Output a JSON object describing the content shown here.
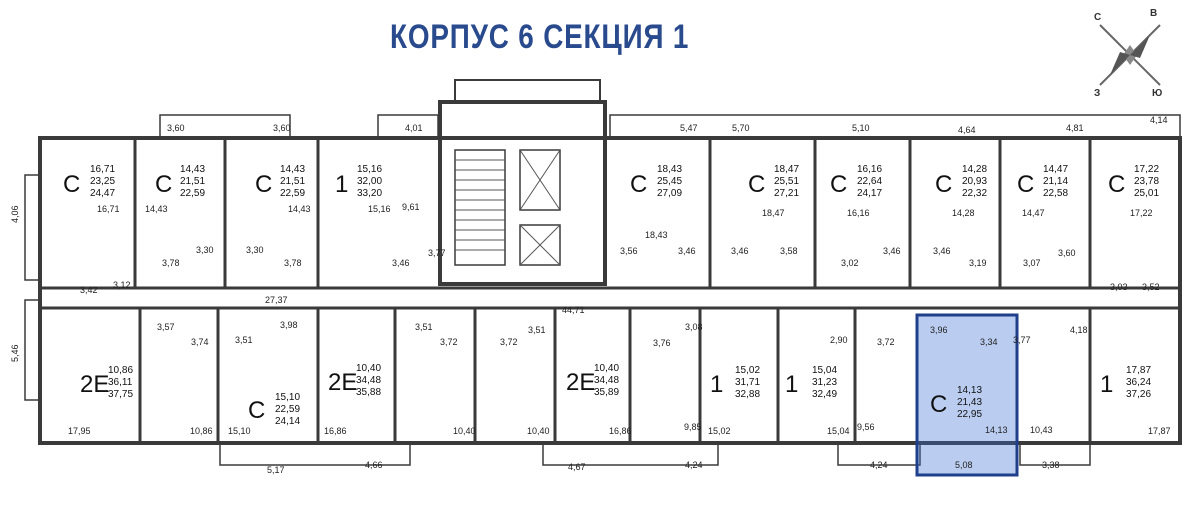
{
  "title": "КОРПУС 6  СЕКЦИЯ 1",
  "compass": {
    "north": "С",
    "east": "В",
    "west": "З",
    "south": "Ю"
  },
  "colors": {
    "title": "#2a4a8e",
    "wall": "#3a3a3a",
    "highlight_border": "#1f3f8a",
    "highlight_fill": "#3a6fd8"
  },
  "top_apartments": [
    {
      "type": "C",
      "areas": [
        "16,71",
        "23,25",
        "24,47"
      ]
    },
    {
      "type": "C",
      "areas": [
        "14,43",
        "21,51",
        "22,59"
      ]
    },
    {
      "type": "C",
      "areas": [
        "14,43",
        "21,51",
        "22,59"
      ]
    },
    {
      "type": "1",
      "areas": [
        "15,16",
        "32,00",
        "33,20"
      ]
    },
    {
      "type": "C",
      "areas": [
        "18,43",
        "25,45",
        "27,09"
      ]
    },
    {
      "type": "C",
      "areas": [
        "18,47",
        "25,51",
        "27,21"
      ]
    },
    {
      "type": "C",
      "areas": [
        "16,16",
        "22,64",
        "24,17"
      ]
    },
    {
      "type": "C",
      "areas": [
        "14,28",
        "20,93",
        "22,32"
      ]
    },
    {
      "type": "C",
      "areas": [
        "14,47",
        "21,14",
        "22,58"
      ]
    },
    {
      "type": "C",
      "areas": [
        "17,22",
        "23,78",
        "25,01"
      ]
    }
  ],
  "bottom_apartments": [
    {
      "type": "2Е",
      "areas": [
        "10,86",
        "36,11",
        "37,75"
      ]
    },
    {
      "type": "C",
      "areas": [
        "15,10",
        "22,59",
        "24,14"
      ]
    },
    {
      "type": "2Е",
      "areas": [
        "10,40",
        "34,48",
        "35,88"
      ]
    },
    {
      "type": "2Е",
      "areas": [
        "10,40",
        "34,48",
        "35,89"
      ]
    },
    {
      "type": "1",
      "areas": [
        "15,02",
        "31,71",
        "32,88"
      ]
    },
    {
      "type": "1",
      "areas": [
        "15,04",
        "31,23",
        "32,49"
      ]
    },
    {
      "type": "C",
      "areas": [
        "14,13",
        "21,43",
        "22,95"
      ]
    },
    {
      "type": "1",
      "areas": [
        "17,87",
        "36,24",
        "37,26"
      ]
    }
  ],
  "dimension_labels": [
    "3,60",
    "3,60",
    "4,01",
    "5,47",
    "5,70",
    "5,10",
    "4,64",
    "4,81",
    "4,14",
    "16,71",
    "14,43",
    "15,16",
    "9,61",
    "14,43",
    "18,47",
    "16,16",
    "14,28",
    "14,47",
    "17,22",
    "18,43",
    "4,06",
    "3,42",
    "3,12",
    "3,78",
    "3,30",
    "3,30",
    "3,78",
    "3,46",
    "3,77",
    "3,56",
    "3,46",
    "3,46",
    "3,58",
    "3,02",
    "3,46",
    "3,46",
    "3,19",
    "3,07",
    "3,60",
    "3,03",
    "3,52",
    "27,37",
    "44,71",
    "5,46",
    "3,57",
    "3,74",
    "3,51",
    "3,98",
    "3,51",
    "3,72",
    "3,72",
    "3,51",
    "3,76",
    "3,08",
    "2,90",
    "3,72",
    "3,96",
    "3,34",
    "3,77",
    "4,18",
    "17,95",
    "10,86",
    "15,10",
    "16,86",
    "10,40",
    "10,40",
    "16,86",
    "9,85",
    "15,02",
    "15,04",
    "9,56",
    "14,13",
    "10,43",
    "17,87",
    "5,17",
    "4,66",
    "4,67",
    "4,24",
    "4,24",
    "5,08",
    "3,38"
  ]
}
